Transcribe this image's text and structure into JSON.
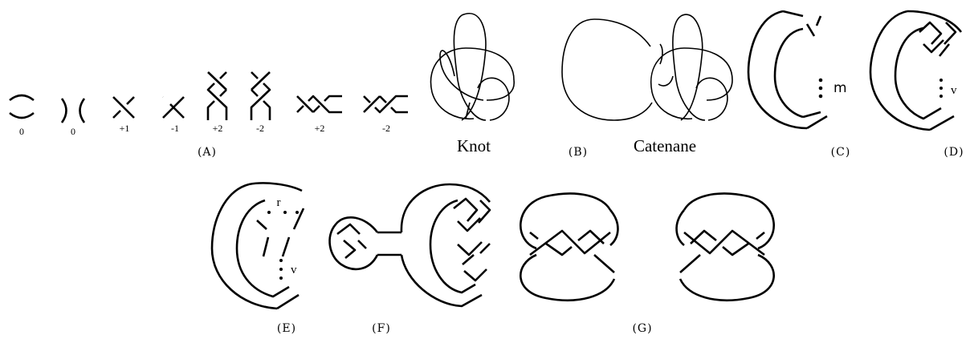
{
  "panel_a": {
    "crossing_labels": [
      "0",
      "0",
      "+1",
      "-1",
      "+2",
      "-2",
      "+2",
      "-2"
    ],
    "caption": "(A)"
  },
  "panel_b": {
    "knot_label": "Knot",
    "catenane_label": "Catenane",
    "caption": "(B)"
  },
  "panel_c": {
    "mark": "m",
    "caption": "(C)"
  },
  "panel_d": {
    "mark": "v",
    "caption": "(D)"
  },
  "panel_e": {
    "mark_top": "r",
    "mark_bottom": "v",
    "caption": "(E)"
  },
  "panel_f": {
    "caption": "(F)"
  },
  "panel_g": {
    "caption": "(G)"
  }
}
